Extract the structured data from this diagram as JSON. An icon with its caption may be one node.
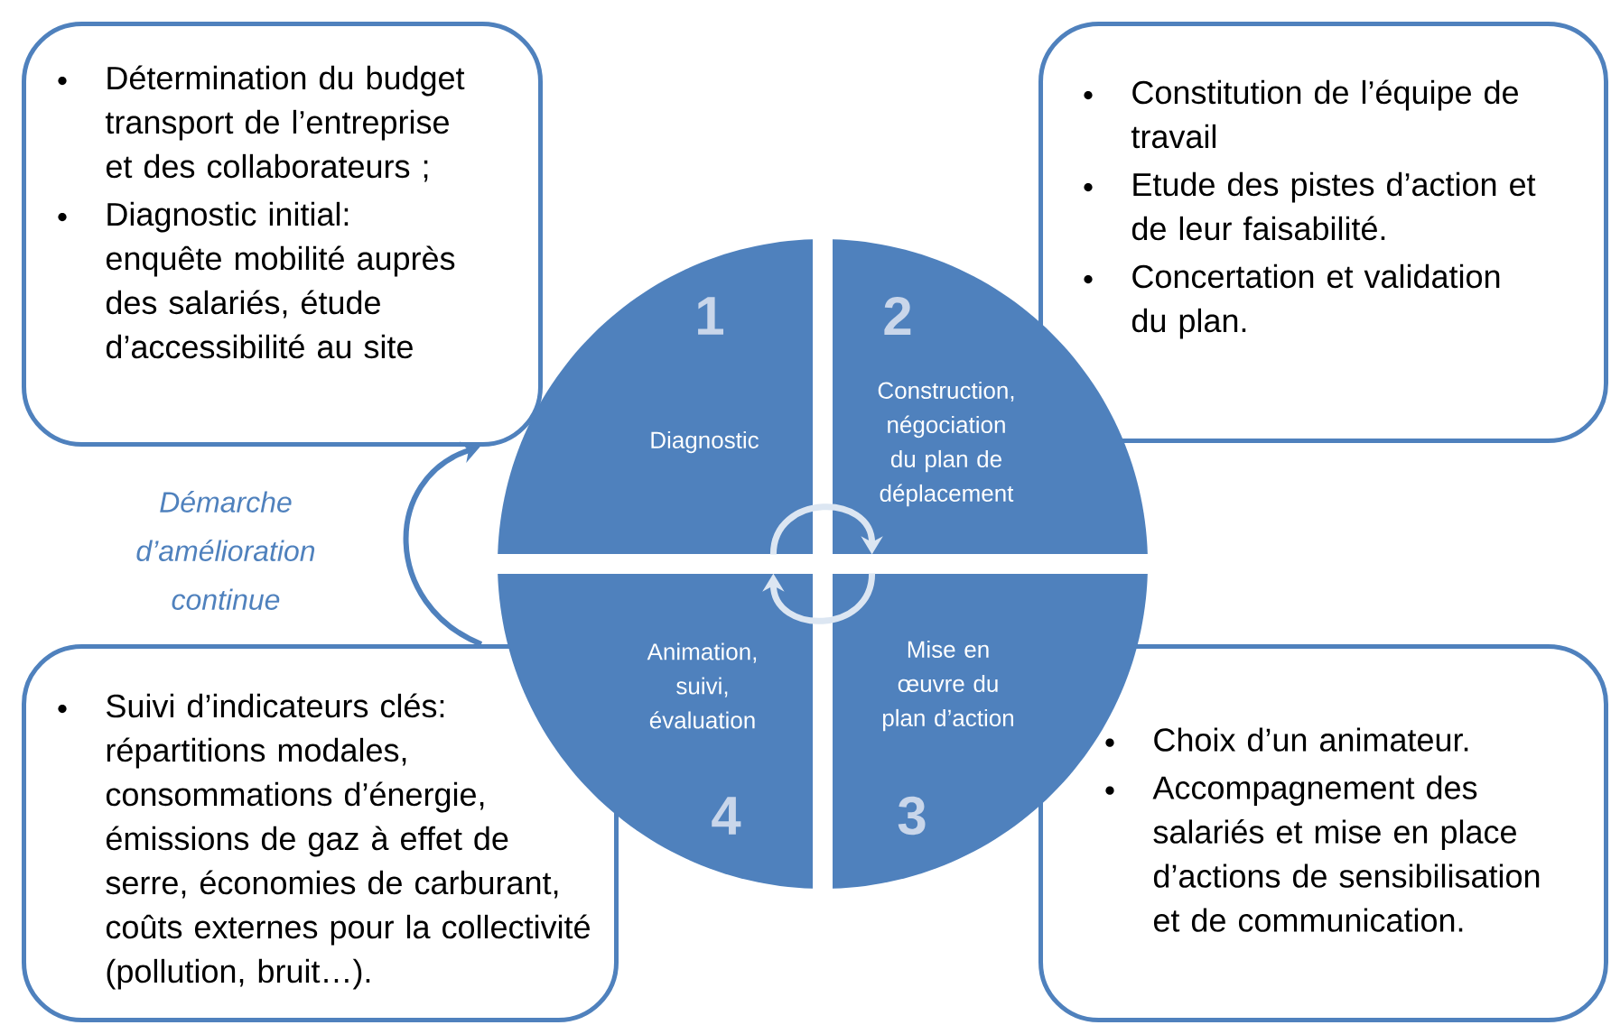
{
  "diagram": {
    "nodes": [
      {
        "text": [
          "Détermination du budget transport de l’entreprise et des collaborateurs ;",
          "Diagnostic initial: enquête mobilité auprès des salariés, étude d’accessibilité au site"
        ]
      },
      {
        "text": [
          "Constitution de l’équipe de travail",
          "Etude des pistes d’action et de leur faisabilité.",
          "Concertation et validation du plan."
        ]
      },
      {
        "text": [
          "1",
          "Diagnostic"
        ]
      },
      {
        "text": [
          "2",
          "Construction, négociation du plan de déplacement"
        ]
      },
      {
        "text": [
          "Animation, suivi, évaluation",
          "4"
        ]
      },
      {
        "text": [
          "Mise en œuvre du plan d’action",
          "3"
        ]
      },
      {
        "text": [
          "Suivi d’indicateurs clés: répartitions modales, consommations d’énergie, émissions de gaz à effet de serre, économies de carburant, coûts externes pour la collectivité (pollution, bruit…)."
        ]
      },
      {
        "text": [
          "Choix d’un animateur.",
          "Accompagnement des salariés et mise en place d’actions de sensibilisation et de communication."
        ]
      }
    ],
    "edges": [
      {
        "from": 6,
        "to": 0,
        "arrow": "to",
        "color": "#4f81bd"
      },
      {
        "from": 2,
        "to": 3,
        "arrow": "to",
        "color": "#dce6f2"
      },
      {
        "from": 5,
        "to": 4,
        "arrow": "to",
        "color": "#dce6f2"
      }
    ],
    "labels": [
      "Démarche d’amélioration continue"
    ]
  }
}
